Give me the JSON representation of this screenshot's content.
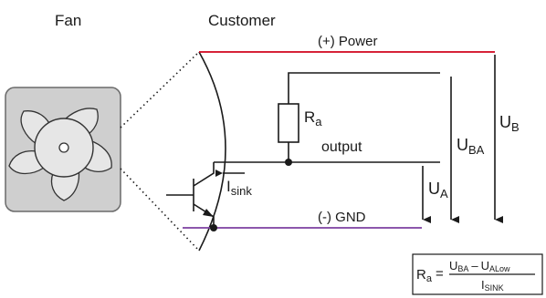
{
  "labels": {
    "fan": "Fan",
    "customer": "Customer",
    "power": "(+) Power",
    "gnd": "(-) GND",
    "resistor": "R",
    "resistor_sub": "a",
    "output": "output",
    "isink_main": "I",
    "isink_sub": "sink",
    "ua_main": "U",
    "ua_sub": "A",
    "uba_main": "U",
    "uba_sub": "BA",
    "ub_main": "U",
    "ub_sub": "B"
  },
  "formula": {
    "lhs_main": "R",
    "lhs_sub": "a",
    "equals": "=",
    "num_a_main": "U",
    "num_a_sub": "BA",
    "minus": "–",
    "num_b_main": "U",
    "num_b_sub": "ALow",
    "den_main": "I",
    "den_sub": "SINK"
  },
  "colors": {
    "power_line": "#d0021b",
    "gnd_line": "#7b3fa0",
    "fan_housing": "#cfcfcf",
    "wire": "#1a1a1a"
  },
  "icons": {
    "fan": "fan-icon",
    "resistor": "resistor-symbol",
    "transistor": "npn-transistor-symbol"
  }
}
